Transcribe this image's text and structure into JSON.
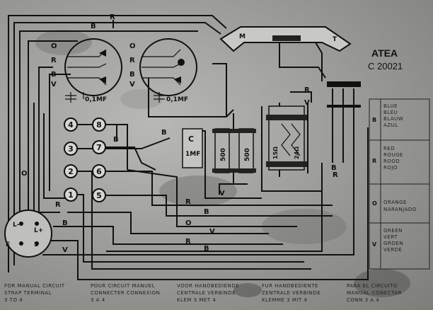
{
  "brand": {
    "name": "ATEA",
    "model": "C 20021"
  },
  "wire_labels": {
    "R": "R",
    "B": "B",
    "O": "O",
    "V": "V"
  },
  "capacitor_labels": {
    "cap_left": "0,1MF",
    "cap_right": "0,1MF",
    "cap_c": "C",
    "cap_c_value": "1MF"
  },
  "resistor_labels": {
    "r1": "500",
    "r2": "500",
    "r3": "15Ω",
    "r4": "24Ω"
  },
  "terminals": [
    "1",
    "2",
    "3",
    "4",
    "5",
    "6",
    "7",
    "8"
  ],
  "plug_pins": {
    "l_minus": "L-",
    "l_plus": "L+",
    "e": "E",
    "s": "S"
  },
  "handset": {
    "m": "M",
    "t": "T"
  },
  "color_legend": {
    "blue": [
      "BLUE",
      "BLEU",
      "BLAUW",
      "AZUL"
    ],
    "red": [
      "RED",
      "ROUGE",
      "ROOD",
      "ROJO"
    ],
    "orange": [
      "ORANGE",
      "NARANJADO"
    ],
    "green": [
      "GREEN",
      "VERT",
      "GROEN",
      "VERDE"
    ],
    "markers": {
      "b": "B",
      "r": "R",
      "o": "O",
      "v": "V"
    }
  },
  "footer": [
    {
      "line1": "FOR MANUAL CIRCUIT",
      "line2": "STRAP TERMINAL",
      "line3": "3 TO 4"
    },
    {
      "line1": "POUR CIRCUIT MANUEL",
      "line2": "CONNECTER CONNEXION",
      "line3": "3 A 4"
    },
    {
      "line1": "VOOR HANDBEDIENDE",
      "line2": "CENTRALE VERBINDE",
      "line3": "KLEM 3 MET 4"
    },
    {
      "line1": "FUR HANDBEDIENTE",
      "line2": "ZENTRALE VERBINDE",
      "line3": "KLEMME 3 MIT 4"
    },
    {
      "line1": "PARA EL CIRCUITO",
      "line2": "MANUAL CONECTAR",
      "line3": "CONN 3 A 4"
    }
  ]
}
